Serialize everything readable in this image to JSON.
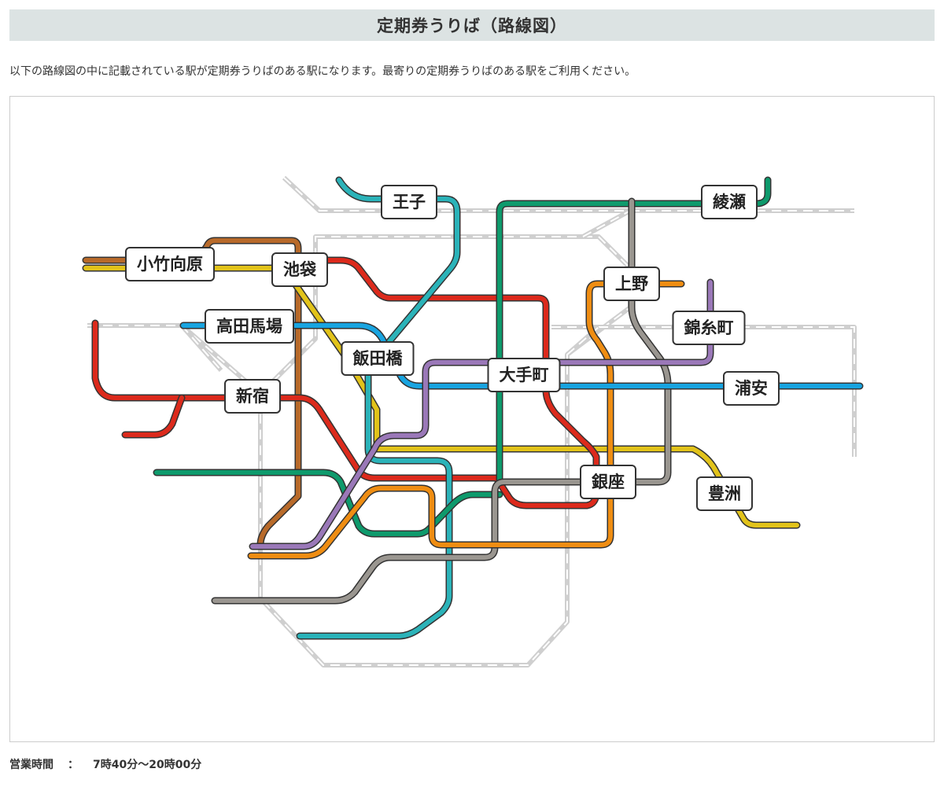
{
  "page": {
    "title": "定期券うりば（路線図）",
    "intro": "以下の路線図の中に記載されている駅が定期券うりばのある駅になります。最寄りの定期券うりばのある駅をご利用ください。"
  },
  "map": {
    "line_colors": {
      "brown": "#b86a2a",
      "yellow": "#e2c31a",
      "red": "#dc2a1c",
      "cyan": "#2bb3b9",
      "green": "#0e9a6c",
      "gray": "#9a9690",
      "orange": "#ef8d12",
      "blue": "#18a4e0",
      "purple": "#9a78b8",
      "jr_gray": "#cfcfcf"
    },
    "stations": [
      {
        "id": "kotake-mukaihara",
        "name": "小竹向原"
      },
      {
        "id": "oji",
        "name": "王子"
      },
      {
        "id": "ikebukuro",
        "name": "池袋"
      },
      {
        "id": "takadanobaba",
        "name": "高田馬場"
      },
      {
        "id": "iidabashi",
        "name": "飯田橋"
      },
      {
        "id": "shinjuku",
        "name": "新宿"
      },
      {
        "id": "otemachi",
        "name": "大手町"
      },
      {
        "id": "ueno",
        "name": "上野"
      },
      {
        "id": "ayase",
        "name": "綾瀬"
      },
      {
        "id": "kinshicho",
        "name": "錦糸町"
      },
      {
        "id": "urayasu",
        "name": "浦安"
      },
      {
        "id": "ginza",
        "name": "銀座"
      },
      {
        "id": "toyosu",
        "name": "豊洲"
      }
    ]
  },
  "hours": {
    "label": "営業時間",
    "separator": "：",
    "value": "7時40分～20時00分"
  }
}
